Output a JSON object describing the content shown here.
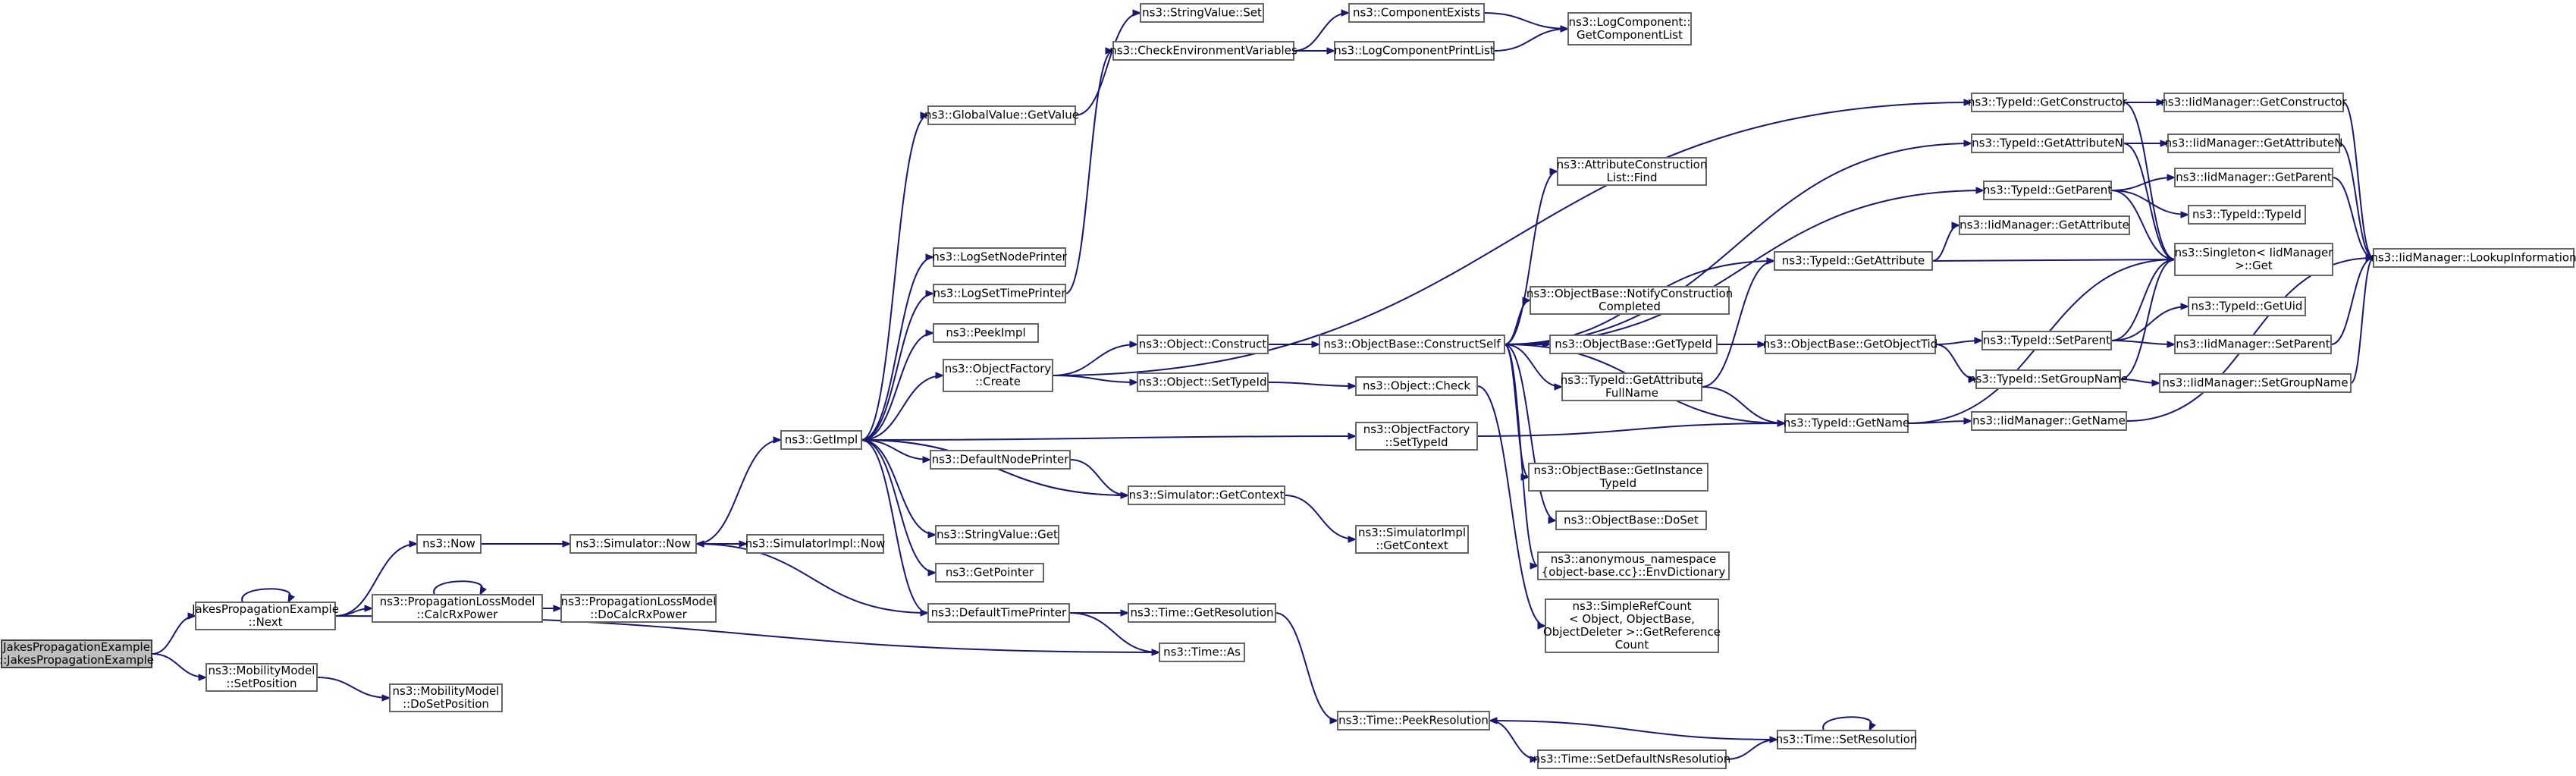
{
  "graph": {
    "colors": {
      "edge": "#191970",
      "node_border": "#666666",
      "root_fill": "#bfbfbf",
      "node_fill": "#ffffff"
    },
    "nodes": [
      {
        "id": "root",
        "lines": [
          "JakesPropagationExample",
          "::JakesPropagationExample"
        ]
      },
      {
        "id": "jpe_next",
        "lines": [
          "JakesPropagationExample",
          "::Next"
        ]
      },
      {
        "id": "mm_setpos",
        "lines": [
          "ns3::MobilityModel",
          "::SetPosition"
        ]
      },
      {
        "id": "mm_dosetpos",
        "lines": [
          "ns3::MobilityModel",
          "::DoSetPosition"
        ]
      },
      {
        "id": "now",
        "lines": [
          "ns3::Now"
        ]
      },
      {
        "id": "plm_calc",
        "lines": [
          "ns3::PropagationLossModel",
          "::CalcRxPower"
        ]
      },
      {
        "id": "plm_docalc",
        "lines": [
          "ns3::PropagationLossModel",
          "::DoCalcRxPower"
        ]
      },
      {
        "id": "sim_now",
        "lines": [
          "ns3::Simulator::Now"
        ]
      },
      {
        "id": "simimpl_now",
        "lines": [
          "ns3::SimulatorImpl::Now"
        ]
      },
      {
        "id": "getimpl",
        "lines": [
          "ns3::GetImpl"
        ]
      },
      {
        "id": "gv_getvalue",
        "lines": [
          "ns3::GlobalValue::GetValue"
        ]
      },
      {
        "id": "sv_set",
        "lines": [
          "ns3::StringValue::Set"
        ]
      },
      {
        "id": "check_env",
        "lines": [
          "ns3::CheckEnvironmentVariables"
        ]
      },
      {
        "id": "comp_exists",
        "lines": [
          "ns3::ComponentExists"
        ]
      },
      {
        "id": "log_printlist",
        "lines": [
          "ns3::LogComponentPrintList"
        ]
      },
      {
        "id": "log_getlist",
        "lines": [
          "ns3::LogComponent::",
          "GetComponentList"
        ]
      },
      {
        "id": "log_nodeprinter",
        "lines": [
          "ns3::LogSetNodePrinter"
        ]
      },
      {
        "id": "log_timeprinter",
        "lines": [
          "ns3::LogSetTimePrinter"
        ]
      },
      {
        "id": "peekimpl",
        "lines": [
          "ns3::PeekImpl"
        ]
      },
      {
        "id": "of_create",
        "lines": [
          "ns3::ObjectFactory",
          "::Create"
        ]
      },
      {
        "id": "def_nodeprinter",
        "lines": [
          "ns3::DefaultNodePrinter"
        ]
      },
      {
        "id": "sv_get",
        "lines": [
          "ns3::StringValue::Get"
        ]
      },
      {
        "id": "getpointer",
        "lines": [
          "ns3::GetPointer"
        ]
      },
      {
        "id": "def_timeprinter",
        "lines": [
          "ns3::DefaultTimePrinter"
        ]
      },
      {
        "id": "obj_construct",
        "lines": [
          "ns3::Object::Construct"
        ]
      },
      {
        "id": "obj_settypeid",
        "lines": [
          "ns3::Object::SetTypeId"
        ]
      },
      {
        "id": "sim_getcontext",
        "lines": [
          "ns3::Simulator::GetContext"
        ]
      },
      {
        "id": "time_getres",
        "lines": [
          "ns3::Time::GetResolution"
        ]
      },
      {
        "id": "time_as",
        "lines": [
          "ns3::Time::As"
        ]
      },
      {
        "id": "ob_constructself",
        "lines": [
          "ns3::ObjectBase::ConstructSelf"
        ]
      },
      {
        "id": "obj_check",
        "lines": [
          "ns3::Object::Check"
        ]
      },
      {
        "id": "of_settypeid",
        "lines": [
          "ns3::ObjectFactory",
          "::SetTypeId"
        ]
      },
      {
        "id": "simimpl_getctx",
        "lines": [
          "ns3::SimulatorImpl",
          "::GetContext"
        ]
      },
      {
        "id": "time_peekres",
        "lines": [
          "ns3::Time::PeekResolution"
        ]
      },
      {
        "id": "time_setdefns",
        "lines": [
          "ns3::Time::SetDefaultNsResolution"
        ]
      },
      {
        "id": "time_setres",
        "lines": [
          "ns3::Time::SetResolution"
        ]
      },
      {
        "id": "attr_find",
        "lines": [
          "ns3::AttributeConstruction",
          "List::Find"
        ]
      },
      {
        "id": "ob_notify",
        "lines": [
          "ns3::ObjectBase::NotifyConstruction",
          "Completed"
        ]
      },
      {
        "id": "ob_gettypeid",
        "lines": [
          "ns3::ObjectBase::GetTypeId"
        ]
      },
      {
        "id": "tid_getattrfull",
        "lines": [
          "ns3::TypeId::GetAttribute",
          "FullName"
        ]
      },
      {
        "id": "ob_getinst",
        "lines": [
          "ns3::ObjectBase::GetInstance",
          "TypeId"
        ]
      },
      {
        "id": "ob_doset",
        "lines": [
          "ns3::ObjectBase::DoSet"
        ]
      },
      {
        "id": "anon_envdict",
        "lines": [
          "ns3::anonymous_namespace",
          "{object-base.cc}::EnvDictionary"
        ]
      },
      {
        "id": "srefcount",
        "lines": [
          "ns3::SimpleRefCount",
          "< Object, ObjectBase,",
          "ObjectDeleter >::GetReference",
          "Count"
        ]
      },
      {
        "id": "tid_getctor",
        "lines": [
          "ns3::TypeId::GetConstructor"
        ]
      },
      {
        "id": "tid_getattrn",
        "lines": [
          "ns3::TypeId::GetAttributeN"
        ]
      },
      {
        "id": "tid_getparent",
        "lines": [
          "ns3::TypeId::GetParent"
        ]
      },
      {
        "id": "tid_getattr",
        "lines": [
          "ns3::TypeId::GetAttribute"
        ]
      },
      {
        "id": "ob_getobjtid",
        "lines": [
          "ns3::ObjectBase::GetObjectTid"
        ]
      },
      {
        "id": "tid_getname",
        "lines": [
          "ns3::TypeId::GetName"
        ]
      },
      {
        "id": "iid_getattr",
        "lines": [
          "ns3::IidManager::GetAttribute"
        ]
      },
      {
        "id": "tid_setparent",
        "lines": [
          "ns3::TypeId::SetParent"
        ]
      },
      {
        "id": "tid_setgroup",
        "lines": [
          "ns3::TypeId::SetGroupName"
        ]
      },
      {
        "id": "iid_getname",
        "lines": [
          "ns3::IidManager::GetName"
        ]
      },
      {
        "id": "iid_getctor",
        "lines": [
          "ns3::IidManager::GetConstructor"
        ]
      },
      {
        "id": "iid_getattrn",
        "lines": [
          "ns3::IidManager::GetAttributeN"
        ]
      },
      {
        "id": "iid_getparent",
        "lines": [
          "ns3::IidManager::GetParent"
        ]
      },
      {
        "id": "tid_tid",
        "lines": [
          "ns3::TypeId::TypeId"
        ]
      },
      {
        "id": "singleton_get",
        "lines": [
          "ns3::Singleton< IidManager",
          " >::Get"
        ]
      },
      {
        "id": "tid_getuid",
        "lines": [
          "ns3::TypeId::GetUid"
        ]
      },
      {
        "id": "iid_setparent",
        "lines": [
          "ns3::IidManager::SetParent"
        ]
      },
      {
        "id": "iid_setgroup",
        "lines": [
          "ns3::IidManager::SetGroupName"
        ]
      },
      {
        "id": "iid_lookup",
        "lines": [
          "ns3::IidManager::LookupInformation"
        ]
      }
    ],
    "edges": [
      [
        "root",
        "jpe_next"
      ],
      [
        "root",
        "mm_setpos"
      ],
      [
        "jpe_next",
        "jpe_next"
      ],
      [
        "jpe_next",
        "now"
      ],
      [
        "jpe_next",
        "plm_calc"
      ],
      [
        "jpe_next",
        "time_as"
      ],
      [
        "mm_setpos",
        "mm_dosetpos"
      ],
      [
        "now",
        "sim_now"
      ],
      [
        "plm_calc",
        "plm_calc"
      ],
      [
        "plm_calc",
        "plm_docalc"
      ],
      [
        "sim_now",
        "getimpl"
      ],
      [
        "sim_now",
        "simimpl_now"
      ],
      [
        "getimpl",
        "gv_getvalue"
      ],
      [
        "getimpl",
        "log_nodeprinter"
      ],
      [
        "getimpl",
        "log_timeprinter"
      ],
      [
        "getimpl",
        "peekimpl"
      ],
      [
        "getimpl",
        "of_create"
      ],
      [
        "getimpl",
        "of_settypeid"
      ],
      [
        "getimpl",
        "def_nodeprinter"
      ],
      [
        "getimpl",
        "sim_getcontext"
      ],
      [
        "getimpl",
        "sv_get"
      ],
      [
        "getimpl",
        "getpointer"
      ],
      [
        "getimpl",
        "def_timeprinter"
      ],
      [
        "gv_getvalue",
        "sv_set"
      ],
      [
        "log_timeprinter",
        "check_env"
      ],
      [
        "check_env",
        "comp_exists"
      ],
      [
        "check_env",
        "log_printlist"
      ],
      [
        "comp_exists",
        "log_getlist"
      ],
      [
        "log_printlist",
        "log_getlist"
      ],
      [
        "of_create",
        "tid_getctor"
      ],
      [
        "of_create",
        "obj_construct"
      ],
      [
        "of_create",
        "obj_settypeid"
      ],
      [
        "def_nodeprinter",
        "sim_getcontext"
      ],
      [
        "sim_getcontext",
        "getimpl"
      ],
      [
        "sim_getcontext",
        "simimpl_getctx"
      ],
      [
        "def_timeprinter",
        "sim_now"
      ],
      [
        "def_timeprinter",
        "time_getres"
      ],
      [
        "def_timeprinter",
        "time_as"
      ],
      [
        "obj_construct",
        "ob_constructself"
      ],
      [
        "obj_settypeid",
        "obj_check"
      ],
      [
        "obj_check",
        "srefcount"
      ],
      [
        "of_settypeid",
        "tid_getname"
      ],
      [
        "time_getres",
        "time_peekres"
      ],
      [
        "time_peekres",
        "time_setdefns"
      ],
      [
        "time_setdefns",
        "time_setres"
      ],
      [
        "time_setres",
        "time_peekres"
      ],
      [
        "time_setres",
        "time_setres"
      ],
      [
        "ob_constructself",
        "attr_find"
      ],
      [
        "ob_constructself",
        "ob_notify"
      ],
      [
        "ob_constructself",
        "ob_gettypeid"
      ],
      [
        "ob_constructself",
        "tid_getattrfull"
      ],
      [
        "ob_constructself",
        "ob_getinst"
      ],
      [
        "ob_constructself",
        "ob_doset"
      ],
      [
        "ob_constructself",
        "anon_envdict"
      ],
      [
        "ob_constructself",
        "tid_getattrn"
      ],
      [
        "ob_constructself",
        "tid_getparent"
      ],
      [
        "ob_constructself",
        "tid_getattr"
      ],
      [
        "ob_constructself",
        "tid_getname"
      ],
      [
        "ob_gettypeid",
        "ob_getobjtid"
      ],
      [
        "ob_getobjtid",
        "tid_setparent"
      ],
      [
        "ob_getobjtid",
        "tid_setgroup"
      ],
      [
        "tid_getattrfull",
        "tid_getattr"
      ],
      [
        "tid_getattrfull",
        "tid_getname"
      ],
      [
        "tid_getattr",
        "iid_getattr"
      ],
      [
        "tid_getattr",
        "singleton_get"
      ],
      [
        "tid_getname",
        "iid_getname"
      ],
      [
        "tid_getname",
        "singleton_get"
      ],
      [
        "tid_getctor",
        "iid_getctor"
      ],
      [
        "tid_getctor",
        "singleton_get"
      ],
      [
        "tid_getattrn",
        "iid_getattrn"
      ],
      [
        "tid_getattrn",
        "singleton_get"
      ],
      [
        "tid_getparent",
        "iid_getparent"
      ],
      [
        "tid_getparent",
        "tid_tid"
      ],
      [
        "tid_getparent",
        "singleton_get"
      ],
      [
        "tid_setparent",
        "tid_getuid"
      ],
      [
        "tid_setparent",
        "iid_setparent"
      ],
      [
        "tid_setparent",
        "singleton_get"
      ],
      [
        "tid_setgroup",
        "iid_setgroup"
      ],
      [
        "tid_setgroup",
        "singleton_get"
      ],
      [
        "iid_getctor",
        "iid_lookup"
      ],
      [
        "iid_getattrn",
        "iid_lookup"
      ],
      [
        "iid_getparent",
        "iid_lookup"
      ],
      [
        "iid_setparent",
        "iid_lookup"
      ],
      [
        "iid_setgroup",
        "iid_lookup"
      ],
      [
        "iid_getname",
        "iid_lookup"
      ]
    ]
  }
}
